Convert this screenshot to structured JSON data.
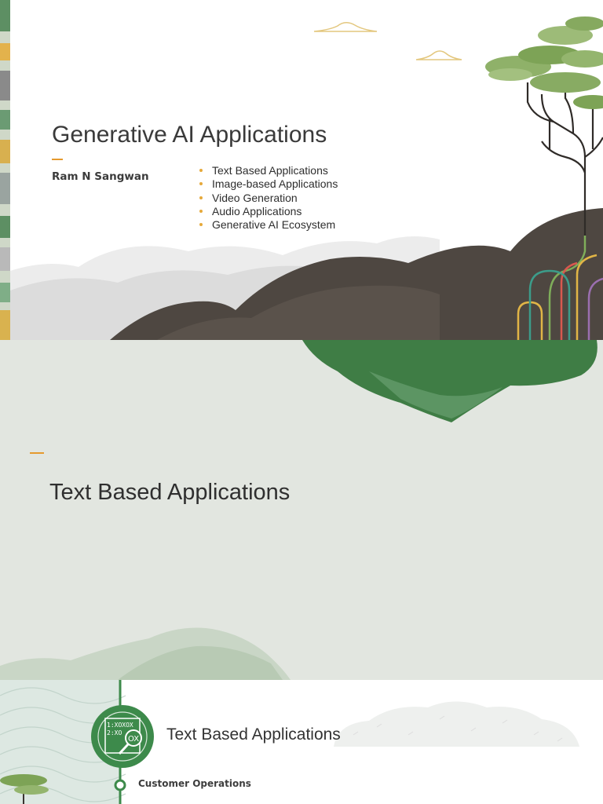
{
  "slide1": {
    "title": "Generative AI Applications",
    "author": "Ram N Sangwan",
    "bullets": [
      "Text Based Applications",
      "Image-based Applications",
      "Video Generation",
      "Audio Applications",
      "Generative AI Ecosystem"
    ]
  },
  "slide2": {
    "title": "Text Based Applications"
  },
  "slide3": {
    "title": "Text Based Applications",
    "section_label": "Customer Operations",
    "icon": "tic-tac-toe-magnifier-icon"
  },
  "colors": {
    "accent": "#e59a2e",
    "bullet": "#e6a93a",
    "green": "#3d8a4b",
    "dark_hill": "#4e4741",
    "slide2_bg": "#e2e6e0"
  }
}
